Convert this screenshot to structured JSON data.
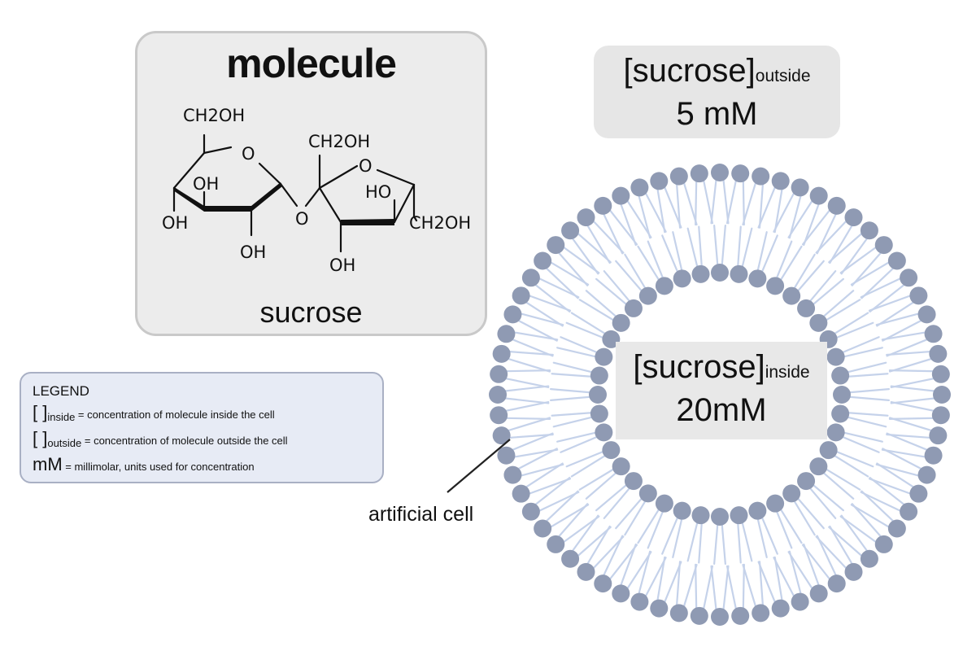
{
  "molecule_panel": {
    "title": "molecule",
    "name": "sucrose",
    "structure_labels": {
      "glucose_ch2oh": "CH2OH",
      "glucose_ring_o": "O",
      "glucose_oh_inner": "OH",
      "glucose_oh_left": "OH",
      "glucose_oh_bottom": "OH",
      "glycosidic_o": "O",
      "fructose_ch2oh_top": "CH2OH",
      "fructose_ring_o": "O",
      "fructose_ho": "HO",
      "fructose_ch2oh_right": "CH2OH",
      "fructose_oh_bottom": "OH"
    }
  },
  "outside_concentration": {
    "label": "[sucrose]",
    "subscript": "outside",
    "value": "5 mM"
  },
  "inside_concentration": {
    "label": "[sucrose]",
    "subscript": "inside",
    "value": "20mM"
  },
  "legend": {
    "title": "LEGEND",
    "rows": [
      {
        "symbol": "[ ]",
        "subscript": "inside",
        "text": " = concentration of molecule inside the cell"
      },
      {
        "symbol": "[ ]",
        "subscript": "outside",
        "text": " = concentration of molecule outside the cell"
      },
      {
        "symbol": "mM",
        "subscript": "",
        "text": " = millimolar, units used for concentration"
      }
    ]
  },
  "cell_label": "artificial cell",
  "colors": {
    "lipid_head": "#8f9ab3",
    "lipid_tail": "#c5d2ea",
    "panel_gray": "#ececec",
    "legend_bg": "#e7ebf5",
    "legend_border": "#a9b0c4"
  }
}
